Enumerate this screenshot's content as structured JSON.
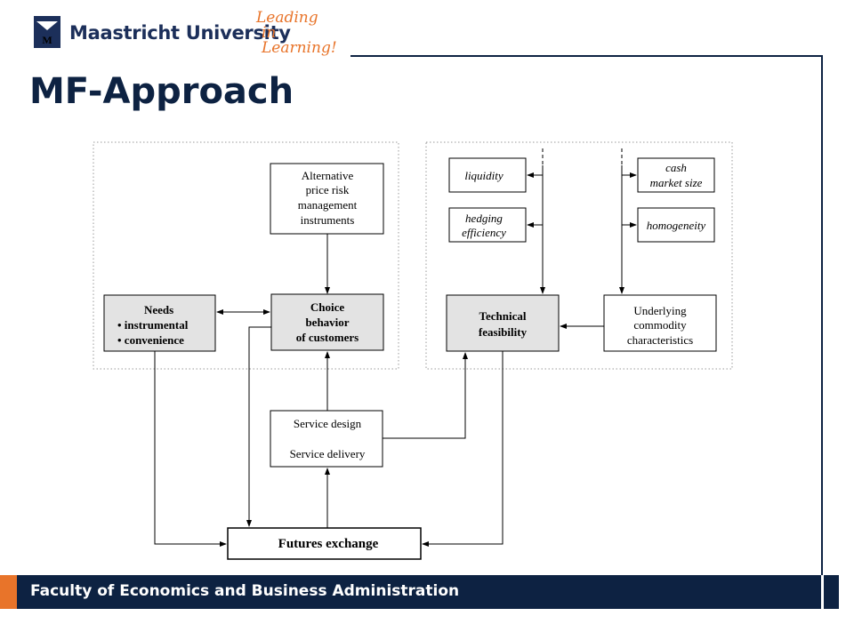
{
  "header": {
    "university": "Maastricht University",
    "tagline_line1": "Leading",
    "tagline_line2": "in Learning!"
  },
  "title": "MF-Approach",
  "diagram": {
    "alternative": [
      "Alternative",
      "price risk",
      "management",
      "instruments"
    ],
    "needs": [
      "Needs",
      "• instrumental",
      "• convenience"
    ],
    "choice": [
      "Choice",
      "behavior",
      "of customers"
    ],
    "liquidity": "liquidity",
    "hedging": [
      "hedging",
      "efficiency"
    ],
    "cash": [
      "cash",
      "market size"
    ],
    "homogeneity": "homogeneity",
    "technical": [
      "Technical",
      "feasibility"
    ],
    "underlying": [
      "Underlying",
      "commodity",
      "characteristics"
    ],
    "service_design": "Service design",
    "service_delivery": "Service delivery",
    "futures": "Futures exchange"
  },
  "footer": {
    "text": "Faculty of Economics and Business Administration"
  },
  "colors": {
    "navy": "#0d2242",
    "orange": "#e8742a",
    "box_fill": "#e3e3e3"
  }
}
